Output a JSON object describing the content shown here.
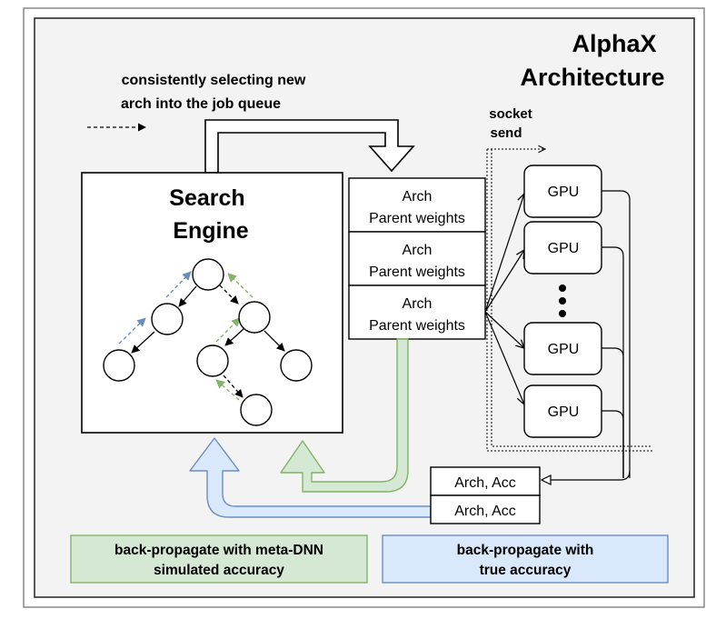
{
  "title": {
    "line1": "AlphaX",
    "line2": "Architecture",
    "color": "#6f9fd8"
  },
  "annotation": {
    "line1": "consistently selecting new",
    "line2": "arch into the job queue"
  },
  "search_engine": {
    "line1": "Search",
    "line2": "Engine"
  },
  "socket_label": {
    "line1": "socket",
    "line2": "send"
  },
  "job_queue": [
    {
      "line1": "Arch",
      "line2": "Parent weights"
    },
    {
      "line1": "Arch",
      "line2": "Parent weights"
    },
    {
      "line1": "Arch",
      "line2": "Parent weights"
    }
  ],
  "gpus": [
    "GPU",
    "GPU",
    "GPU",
    "GPU"
  ],
  "results": [
    "Arch, Acc",
    "Arch, Acc"
  ],
  "legend": {
    "green": {
      "line1": "back-propagate with meta-DNN",
      "line2": "simulated accuracy"
    },
    "blue": {
      "line1": "back-propagate with",
      "line2": "true accuracy"
    }
  },
  "colors": {
    "panel_bg": "#f3f3f3",
    "green_fill": "#d5e8d4",
    "green_stroke": "#82b366",
    "blue_fill": "#dae8fc",
    "blue_stroke": "#6c8ebf",
    "blue_arrow": "#6c8ebf",
    "green_arrow": "#82b366"
  }
}
